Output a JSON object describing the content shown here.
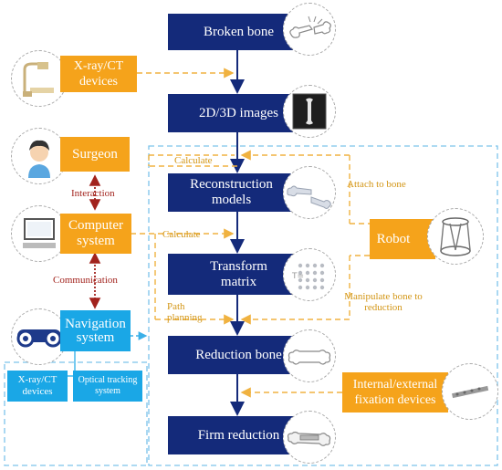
{
  "main_flow": {
    "broken_bone": "Broken bone",
    "images": "2D/3D images",
    "reconstruction": "Reconstruction models",
    "transform": "Transform matrix",
    "reduction_bone": "Reduction bone",
    "firm_reduction": "Firm reduction"
  },
  "left_panel": {
    "xray_ct": "X-ray/CT devices",
    "surgeon": "Surgeon",
    "computer_system": "Computer system",
    "navigation_system": "Navigation system",
    "xray_ct_small": "X-ray/CT devices",
    "optical_tracking": "Optical tracking system"
  },
  "right_panel": {
    "robot": "Robot",
    "fixation_devices": "Internal/external fixation devices"
  },
  "edge_labels": {
    "calculate_1": "Calculate",
    "calculate_2": "Calculate",
    "path_planning": "Path planning",
    "attach_to_bone": "Attach to bone",
    "manipulate_bone": "Manipulate bone to reduction",
    "interaction": "Interaction",
    "communication": "Communication"
  },
  "colors": {
    "main_box": "#142a7a",
    "tool_box": "#f5a31b",
    "navigation_box": "#1aa7e6",
    "dashed_orange": "#f0b240",
    "dashed_red": "#a2231d"
  },
  "icons": {
    "broken_bone": "broken-bone-icon",
    "xray_image": "xray-image-icon",
    "bone_model": "bone-model-icon",
    "matrix": "matrix-dots-icon",
    "reduced_bone": "reduced-bone-icon",
    "fixed_bone": "fixed-bone-icon",
    "xray_machine": "xray-machine-icon",
    "surgeon": "surgeon-avatar-icon",
    "computer": "computer-icon",
    "navigation_camera": "navigation-camera-icon",
    "robot": "robot-icon",
    "fixation_rod": "fixation-rod-icon"
  }
}
